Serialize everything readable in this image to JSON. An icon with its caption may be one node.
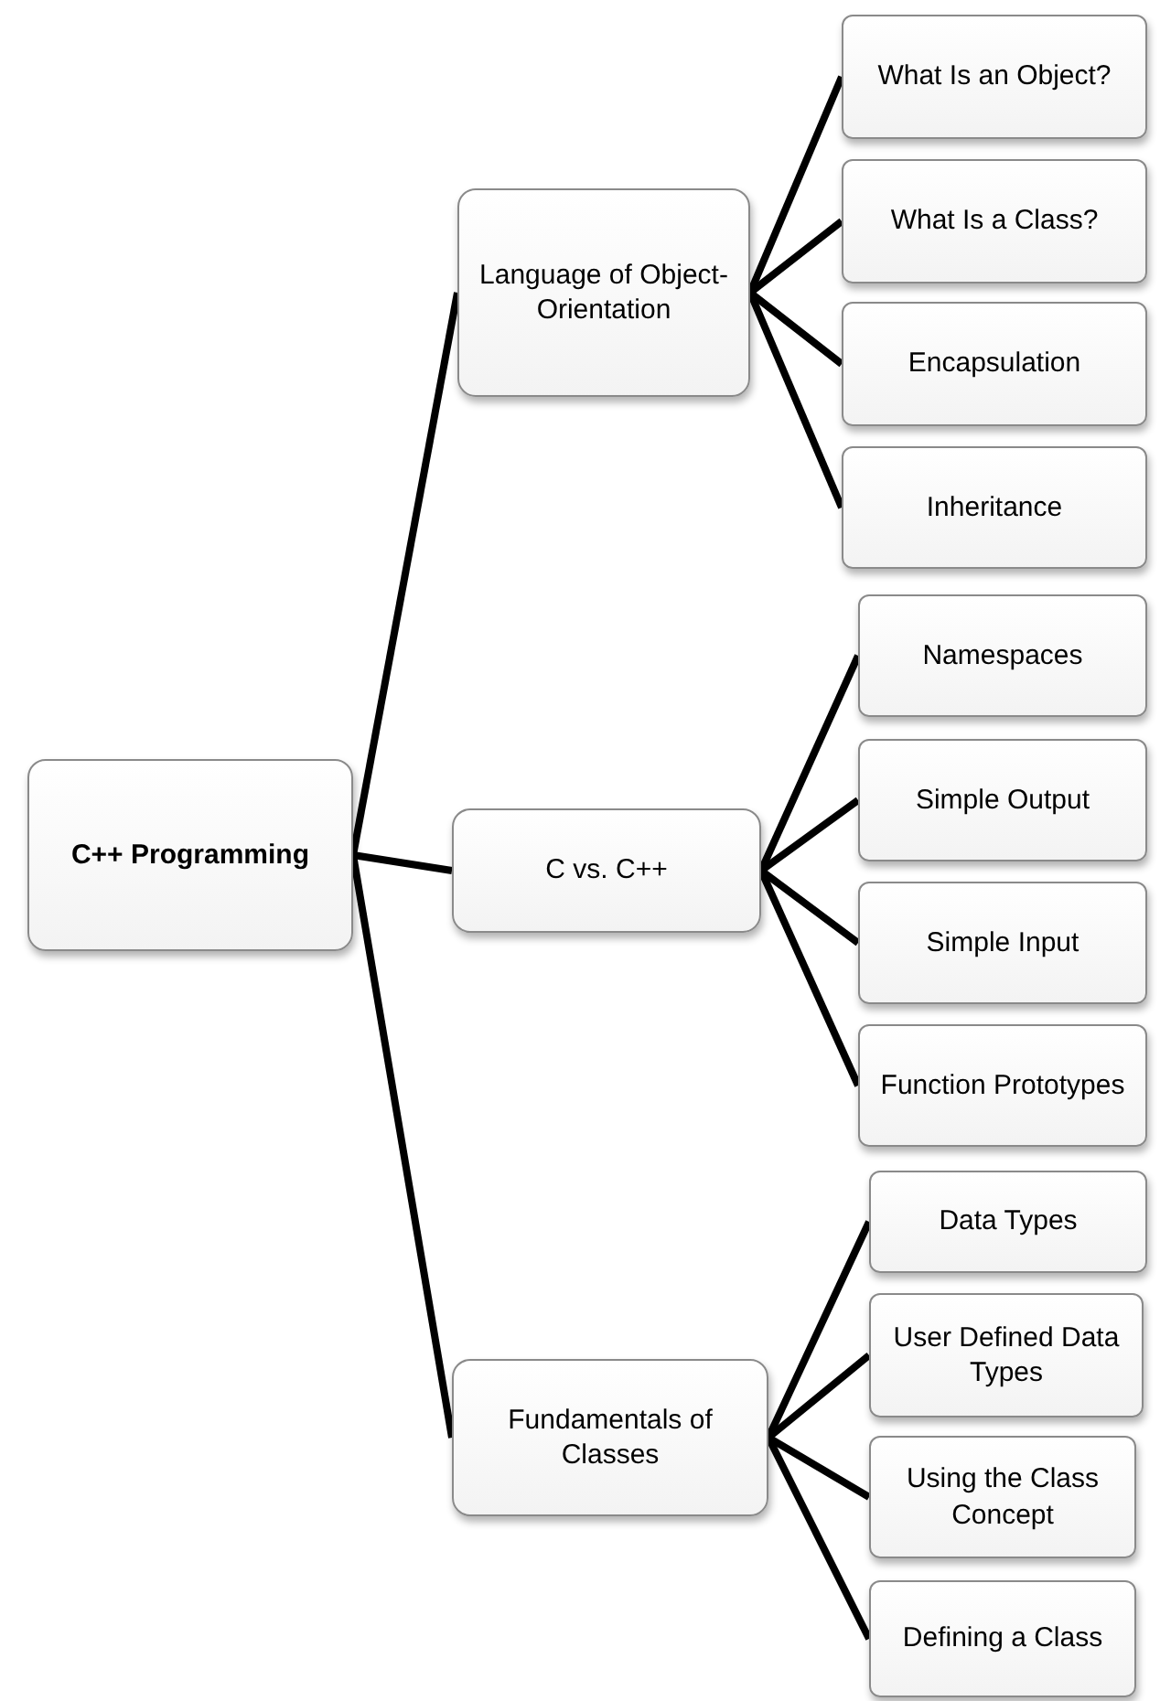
{
  "diagram": {
    "nodes": [
      {
        "text": [
          "C++ Programming"
        ]
      },
      {
        "text": [
          "Language of Object-Orientation"
        ]
      },
      {
        "text": [
          "What Is an Object?"
        ]
      },
      {
        "text": [
          "What Is a Class?"
        ]
      },
      {
        "text": [
          "Encapsulation"
        ]
      },
      {
        "text": [
          "Inheritance"
        ]
      },
      {
        "text": [
          "C vs. C++"
        ]
      },
      {
        "text": [
          "Namespaces"
        ]
      },
      {
        "text": [
          "Simple Output"
        ]
      },
      {
        "text": [
          "Simple Input"
        ]
      },
      {
        "text": [
          "Function Prototypes"
        ]
      },
      {
        "text": [
          "Fundamentals of Classes"
        ]
      },
      {
        "text": [
          "Data Types"
        ]
      },
      {
        "text": [
          "User Defined Data Types"
        ]
      },
      {
        "text": [
          "Using the Class Concept"
        ]
      },
      {
        "text": [
          "Defining a Class"
        ]
      }
    ],
    "edges": [
      {
        "from": 0,
        "to": 1,
        "arrow": "none"
      },
      {
        "from": 0,
        "to": 6,
        "arrow": "none"
      },
      {
        "from": 0,
        "to": 11,
        "arrow": "none"
      },
      {
        "from": 1,
        "to": 2,
        "arrow": "none"
      },
      {
        "from": 1,
        "to": 3,
        "arrow": "none"
      },
      {
        "from": 1,
        "to": 4,
        "arrow": "none"
      },
      {
        "from": 1,
        "to": 5,
        "arrow": "none"
      },
      {
        "from": 6,
        "to": 7,
        "arrow": "none"
      },
      {
        "from": 6,
        "to": 8,
        "arrow": "none"
      },
      {
        "from": 6,
        "to": 9,
        "arrow": "none"
      },
      {
        "from": 6,
        "to": 10,
        "arrow": "none"
      },
      {
        "from": 11,
        "to": 12,
        "arrow": "none"
      },
      {
        "from": 11,
        "to": 13,
        "arrow": "none"
      },
      {
        "from": 11,
        "to": 14,
        "arrow": "none"
      },
      {
        "from": 11,
        "to": 15,
        "arrow": "none"
      }
    ]
  }
}
